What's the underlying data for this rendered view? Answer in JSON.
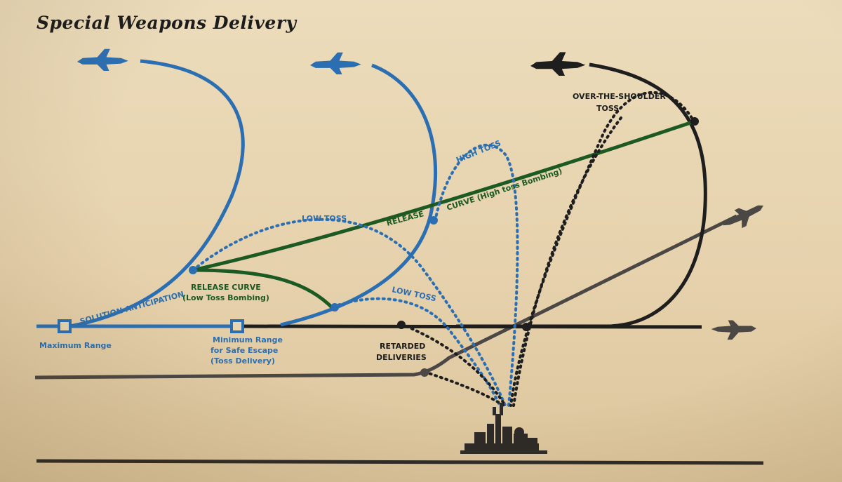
{
  "title": "Special Weapons Delivery",
  "labels": {
    "solution_anticipation": "SOLUTION ANTICIPATION",
    "maximum_range": "Maximum Range",
    "minimum_range_1": "Minimum Range",
    "minimum_range_2": "for Safe Escape",
    "minimum_range_3": "(Toss Delivery)",
    "release_curve_low_1": "RELEASE CURVE",
    "release_curve_low_2": "(Low Toss Bombing)",
    "low_toss_upper": "LOW TOSS",
    "low_toss_lower": "LOW TOSS",
    "release_word": "RELEASE",
    "curve_high_toss": "CURVE (High toss Bombing)",
    "high_toss": "HIGH TOSS",
    "over_the_shoulder_1": "OVER-THE-SHOULDER",
    "over_the_shoulder_2": "TOSS",
    "retarded_1": "RETARDED",
    "retarded_2": "DELIVERIES"
  },
  "icons": {
    "aircraft": "jet-aircraft-icon",
    "target": "industrial-target-icon"
  },
  "colors": {
    "blue": "#2b6fb2",
    "green": "#1d5a23",
    "dark": "#1e1e1e",
    "grey": "#4a4744",
    "paper": "#e8d6b3"
  }
}
